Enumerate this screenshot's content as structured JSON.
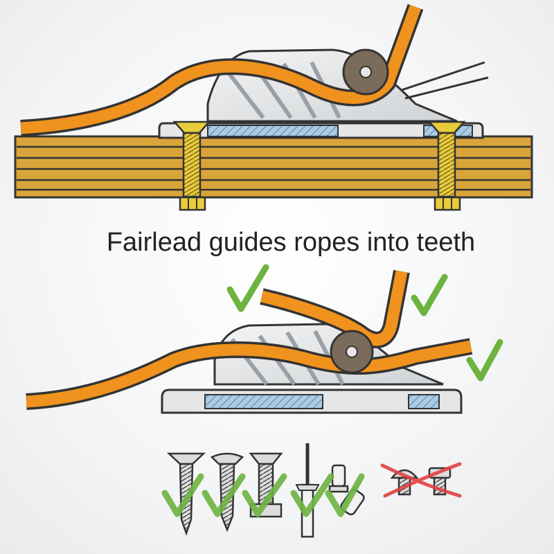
{
  "caption": "Fairlead guides ropes into teeth",
  "colors": {
    "rope": "#f0921e",
    "outline": "#333333",
    "wood": "#d9a53a",
    "base_hatch": "#a9cbe6",
    "cleat_body": "#e6e6e6",
    "roller": "#7a6b5a",
    "brass": "#e8cc3c",
    "check": "#6db33f",
    "cross": "#e04040"
  },
  "top_diagram": {
    "icons": [
      "wood-deck",
      "cleat-body",
      "rope",
      "roller",
      "mounting-screw",
      "mounting-nut"
    ]
  },
  "bottom_diagram": {
    "icons": [
      "check-icon",
      "check-icon",
      "check-icon",
      "cleat-body",
      "rope",
      "roller"
    ]
  },
  "fasteners": {
    "items": [
      {
        "icon": "wood-screw-icon",
        "status": "ok"
      },
      {
        "icon": "self-tapping-screw-icon",
        "status": "ok"
      },
      {
        "icon": "machine-screw-nut-icon",
        "status": "ok"
      },
      {
        "icon": "pop-rivet-icon",
        "status": "ok"
      },
      {
        "icon": "rivet-nut-icon",
        "status": "ok"
      },
      {
        "icon": "pan-head-screws-icon",
        "status": "not-recommended"
      }
    ]
  }
}
